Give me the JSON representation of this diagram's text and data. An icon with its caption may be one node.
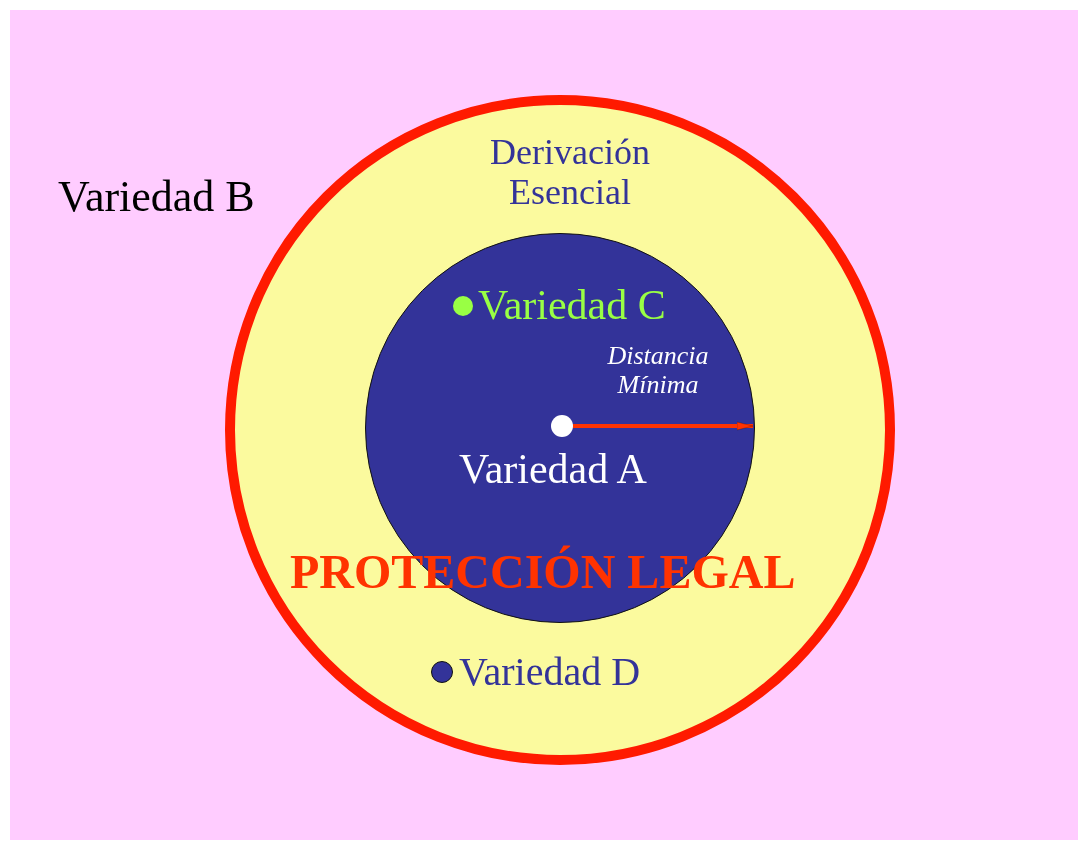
{
  "diagram": {
    "nodes": [
      {
        "text": [
          "Derivación Esencial"
        ]
      },
      {
        "text": [],
        "shape": "circle",
        "in": 0
      },
      {
        "text": [],
        "shape": "circle",
        "in": 1,
        "beside": [
          "Variedad A"
        ]
      },
      {
        "text": [],
        "shape": "circle",
        "in": 1,
        "beside": [
          "Variedad C"
        ]
      },
      {
        "text": [],
        "shape": "circle",
        "in": 0,
        "beside": [
          "Variedad D"
        ]
      }
    ],
    "edges": [
      {
        "from": 2,
        "to": 1,
        "arrow": "to",
        "label": "Distancia Mínima"
      }
    ],
    "labels": [
      "Variedad B",
      "PROTECCIÓN LEGAL"
    ]
  }
}
